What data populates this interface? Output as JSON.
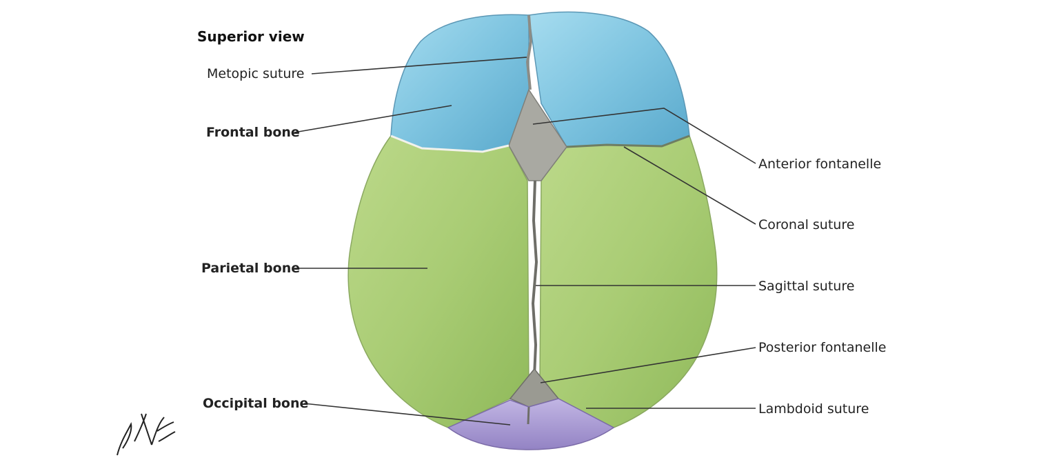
{
  "title": "Superior view",
  "labels": {
    "metopic_suture": "Metopic suture",
    "frontal_bone": "Frontal bone",
    "parietal_bone": "Parietal bone",
    "occipital_bone": "Occipital bone",
    "anterior_fontanelle": "Anterior fontanelle",
    "coronal_suture": "Coronal suture",
    "sagittal_suture": "Sagittal suture",
    "posterior_fontanelle": "Posterior fontanelle",
    "lambdoid_suture": "Lambdoid suture"
  },
  "colors": {
    "frontal_bone": "#7ec4e0",
    "parietal_bone": "#a9cc74",
    "occipital_bone": "#a89ad0",
    "fontanelle": "#a9a9a2",
    "leader_line": "#333333"
  },
  "signature": "F. Netter M.D."
}
